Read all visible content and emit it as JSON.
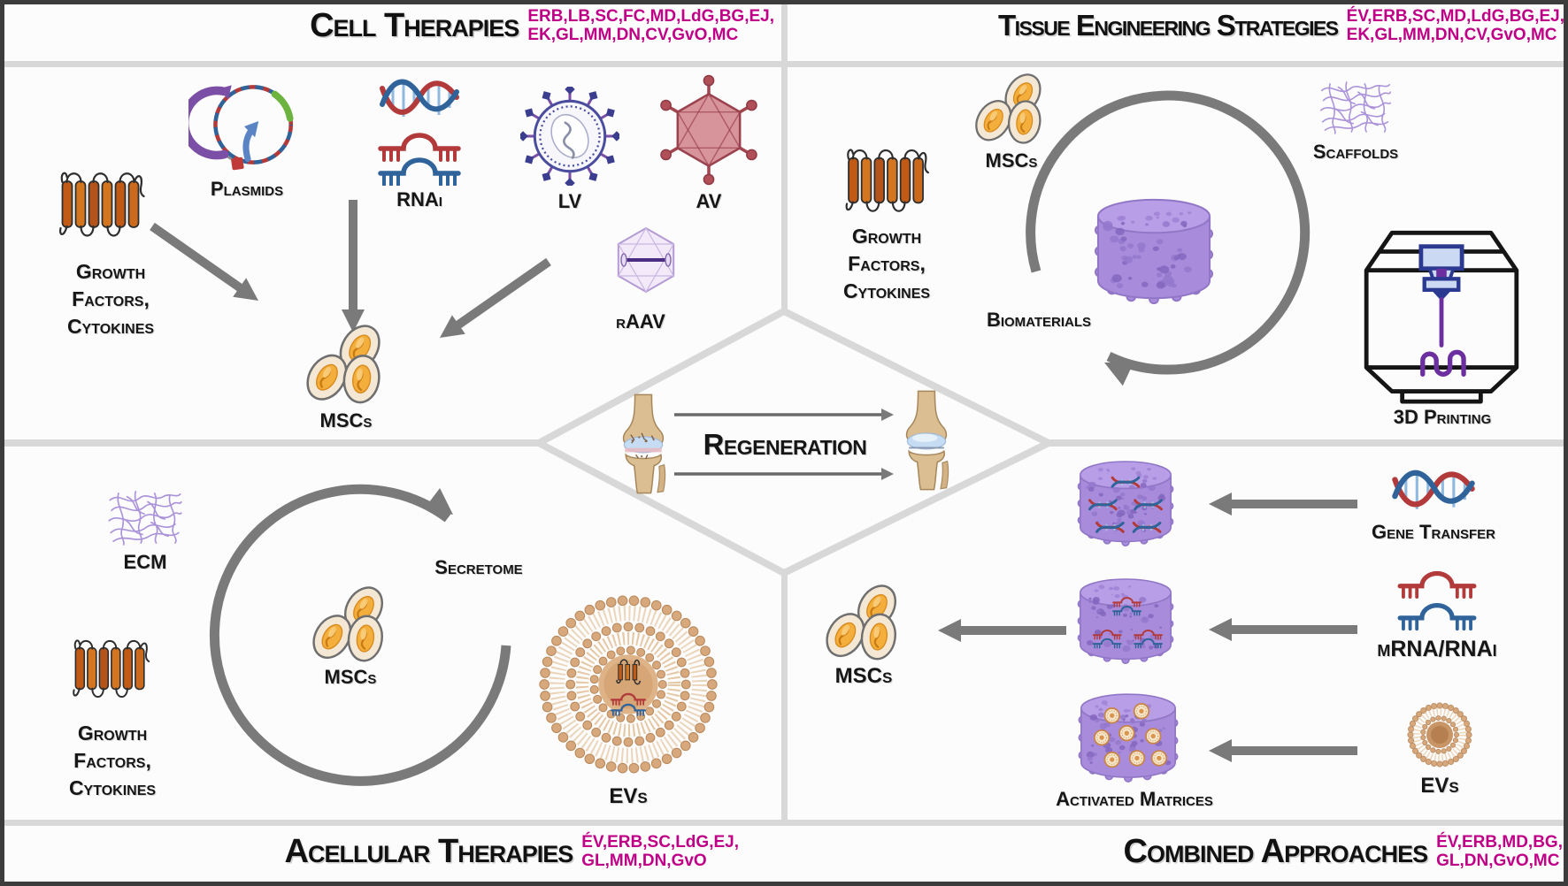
{
  "figure": {
    "center_label": "Regeneration",
    "colors": {
      "accent_magenta": "#BF0087",
      "arrow_gray": "#7A7A7A",
      "divider_gray": "#D8D8D8",
      "frame_gray": "#3C3C3C",
      "scaffold_purple": "#A88CDB",
      "msc_cream": "#F4E7D4",
      "msc_nucleus_orange": "#F3AE3B",
      "vesicle_tan": "#D6A87C"
    }
  },
  "cell_therapies": {
    "title": "Cell Therapies",
    "authors": [
      "ERB,LB,SC,FC,MD,LdG,BG,EJ,",
      "EK,GL,MM,DN,CV,GvO,MC"
    ],
    "labels": {
      "growth_factors": [
        "Growth",
        "Factors,",
        "Cytokines"
      ],
      "plasmids": "Plasmids",
      "rnai": "RNAi",
      "lv": "LV",
      "av": "AV",
      "raav": "rAAV",
      "mscs": "MSCs"
    }
  },
  "tissue_engineering": {
    "title": "Tissue Engineering Strategies",
    "authors": [
      "ÉV,ERB,SC,MD,LdG,BG,EJ,",
      "EK,GL,MM,DN,CV,GvO,MC"
    ],
    "labels": {
      "growth_factors": [
        "Growth",
        "Factors,",
        "Cytokines"
      ],
      "mscs": "MSCs",
      "scaffolds": "Scaffolds",
      "biomaterials": "Biomaterials",
      "printing_3d": "3D Printing"
    }
  },
  "acellular_therapies": {
    "title": "Acellular Therapies",
    "authors": [
      "ÉV,ERB,SC,LdG,EJ,",
      "GL,MM,DN,GvO"
    ],
    "labels": {
      "ecm": "ECM",
      "growth_factors": [
        "Growth",
        "Factors,",
        "Cytokines"
      ],
      "mscs": "MSCs",
      "secretome": "Secretome",
      "evs": "EVs"
    }
  },
  "combined_approaches": {
    "title": "Combined Approaches",
    "authors": [
      "ÉV,ERB,MD,BG,",
      "GL,DN,GvO,MC"
    ],
    "labels": {
      "mscs": "MSCs",
      "gene_transfer": "Gene Transfer",
      "mrna_rnai": "mRNA/RNAi",
      "evs": "EVs",
      "activated_matrices": "Activated Matrices"
    }
  }
}
